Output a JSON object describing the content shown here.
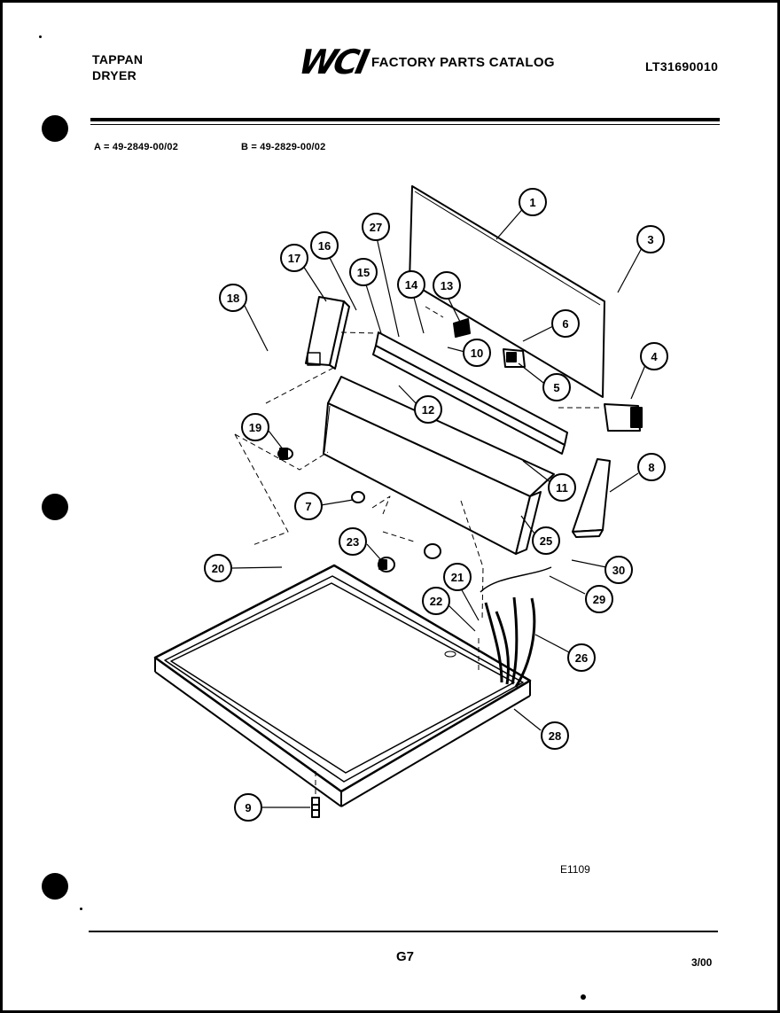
{
  "header": {
    "brand": "TAPPAN",
    "product": "DRYER",
    "logo": "WCI",
    "catalog_title": "FACTORY PARTS CATALOG",
    "catalog_number": "LT31690010"
  },
  "models": {
    "a": "A = 49-2849-00/02",
    "b": "B = 49-2829-00/02"
  },
  "callouts": [
    "1",
    "3",
    "4",
    "5",
    "6",
    "7",
    "8",
    "9",
    "10",
    "11",
    "12",
    "13",
    "14",
    "15",
    "16",
    "17",
    "18",
    "19",
    "20",
    "21",
    "22",
    "23",
    "25",
    "26",
    "27",
    "28",
    "29",
    "30"
  ],
  "figure_code": "E1109",
  "footer": {
    "page": "G7",
    "date": "3/00"
  }
}
